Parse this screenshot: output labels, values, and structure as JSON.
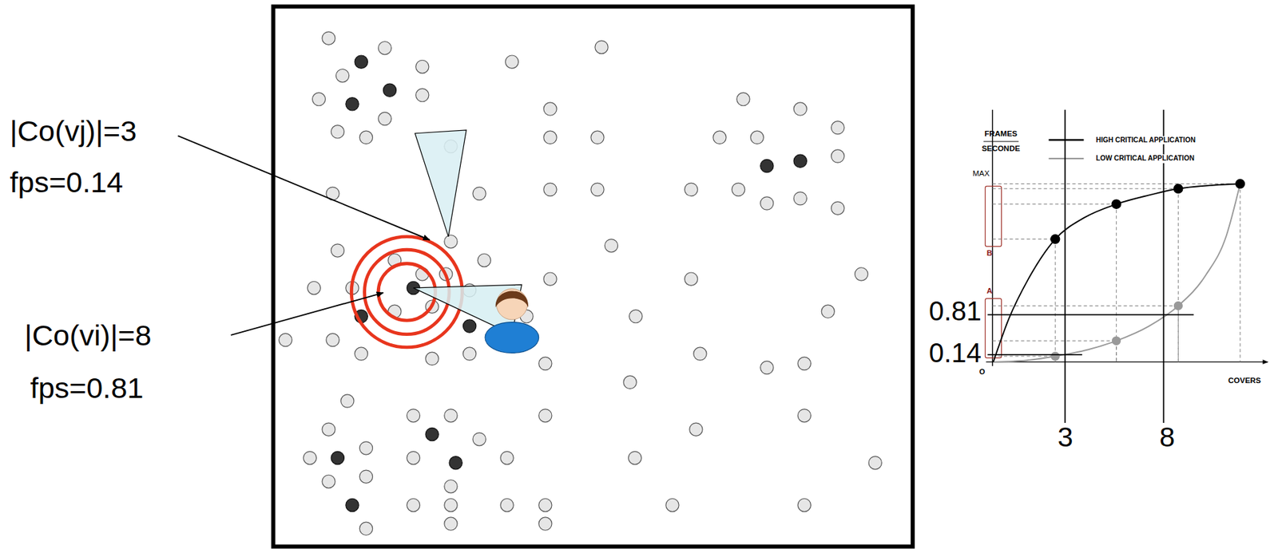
{
  "diagram": {
    "labels": [
      "|Co(vj)|=3",
      "fps=0.14",
      "|Co(vi)|=8",
      "fps=0.81",
      "FRAMES",
      "SECONDE",
      "MAX",
      "B",
      "A",
      "0.81",
      "0.14",
      "O",
      "COVERS",
      "3",
      "8"
    ],
    "legend": [
      {
        "text": "HIGH CRITICAL APPLICATION"
      },
      {
        "text": "LOW CRITICAL APPLICATION"
      }
    ]
  }
}
